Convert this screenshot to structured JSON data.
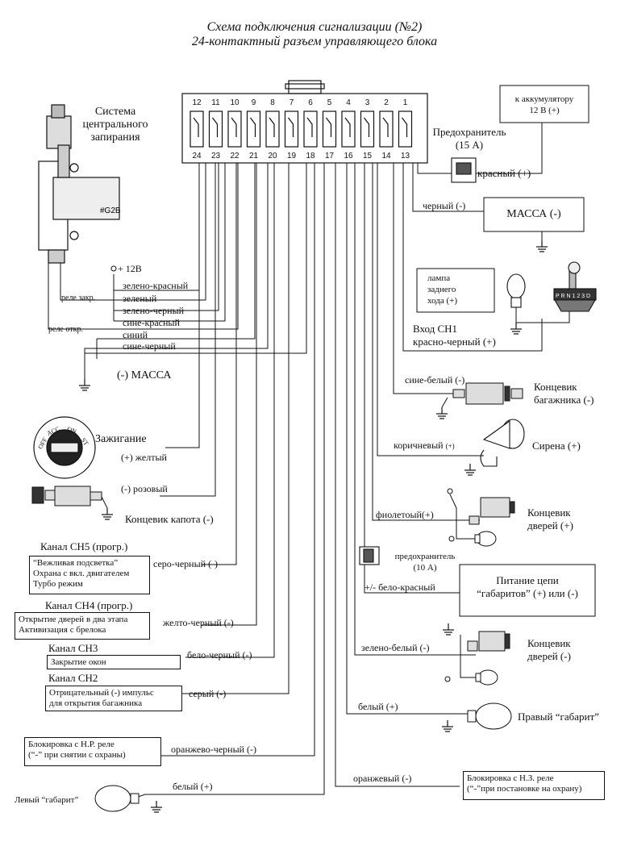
{
  "title": {
    "line1": "Схема подключения сигнализации (№2)",
    "line2": "24-контактный разъем управляющего блока"
  },
  "connector": {
    "top_pins": [
      "12",
      "11",
      "10",
      "9",
      "8",
      "7",
      "6",
      "5",
      "4",
      "3",
      "2",
      "1"
    ],
    "bottom_pins": [
      "24",
      "23",
      "22",
      "21",
      "20",
      "19",
      "18",
      "17",
      "16",
      "15",
      "14",
      "13"
    ]
  },
  "central_lock": {
    "title": [
      "Система",
      "центрального",
      "запирания"
    ],
    "actuator_label": "#G2B",
    "plus12": "+ 12В",
    "relay_close": "реле закр.",
    "relay_open": "реле откр.",
    "ground": "(-) МАССА"
  },
  "lock_wires": [
    "зелено-красный",
    "зеленый",
    "зелено-черный",
    "сине-красный",
    "синий",
    "сине-черный"
  ],
  "battery": {
    "text": [
      "к аккумулятору",
      "12 В (+)"
    ]
  },
  "fuse15": {
    "label": [
      "Предохранитель",
      "(15 А)"
    ],
    "wire": "красный (+)"
  },
  "mass": {
    "wire": "черный (-)",
    "box": "МАССА (-)"
  },
  "reverse": {
    "lamp_box": [
      "лампа",
      "заднего",
      "хода (+)"
    ],
    "input": [
      "Вход СН1",
      "красно-черный (+)"
    ],
    "gear_label": "P R N 1 2 3 D"
  },
  "trunk_switch": {
    "wire": "сине-белый (-)",
    "label": [
      "Концевик",
      "багажника (-)"
    ]
  },
  "siren": {
    "wire": "коричневый",
    "wire_suffix": "(+)",
    "label": "Сирена (+)"
  },
  "ignition": {
    "label": "Зажигание",
    "wire": "(+) желтый",
    "positions": [
      "OFF",
      "ACC",
      "ON",
      "ST"
    ]
  },
  "hood": {
    "wire": "(-) розовый",
    "label": "Концевик капота (-)"
  },
  "door_plus": {
    "wire": "фиолетоый(+)",
    "label": [
      "Концевик",
      "дверей (+)"
    ]
  },
  "fuse10": {
    "label": [
      "предохранитель",
      "(10 А)"
    ]
  },
  "parking_power": {
    "wire": "+/- бело-красный",
    "box": [
      "Питание цепи",
      "“габаритов” (+) или (-)"
    ]
  },
  "ch5": {
    "title": "Канал СН5 (прогр.)",
    "box": [
      "“Вежливая подсветка”",
      "Охрана с вкл. двигателем",
      "Турбо режим"
    ],
    "wire": "серо-черный (-)"
  },
  "ch4": {
    "title": "Канал СН4 (прогр.)",
    "box": [
      "Открытие дверей в два этапа",
      "Активизация с брелока"
    ],
    "wire": "желто-черный (-)"
  },
  "ch3": {
    "title": "Канал СН3",
    "box": "Закрытие окон",
    "wire": "бело-черный (-)"
  },
  "ch2": {
    "title": "Канал СН2",
    "box": [
      "Отрицательный (-) импульс",
      "для открытия багажника"
    ],
    "wire": "серый (-)"
  },
  "door_minus": {
    "wire": "зелено-белый (-)",
    "label": [
      "Концевик",
      "дверей (-)"
    ]
  },
  "right_lamp": {
    "wire": "белый (+)",
    "label": "Правый “габарит”"
  },
  "nr_block": {
    "box": [
      "Блокировка с Н.Р. реле",
      "(“-” при снятии с охраны)"
    ],
    "wire": "оранжево-черный (-)"
  },
  "nz_block": {
    "wire": "оранжевый (-)",
    "box": [
      "Блокировка с Н.З. реле",
      "(“-”при постановке на охрану)"
    ]
  },
  "left_lamp": {
    "label": "Левый “габарит”",
    "wire": "белый (+)"
  },
  "colors": {
    "line": "#111111",
    "background": "#ffffff"
  }
}
